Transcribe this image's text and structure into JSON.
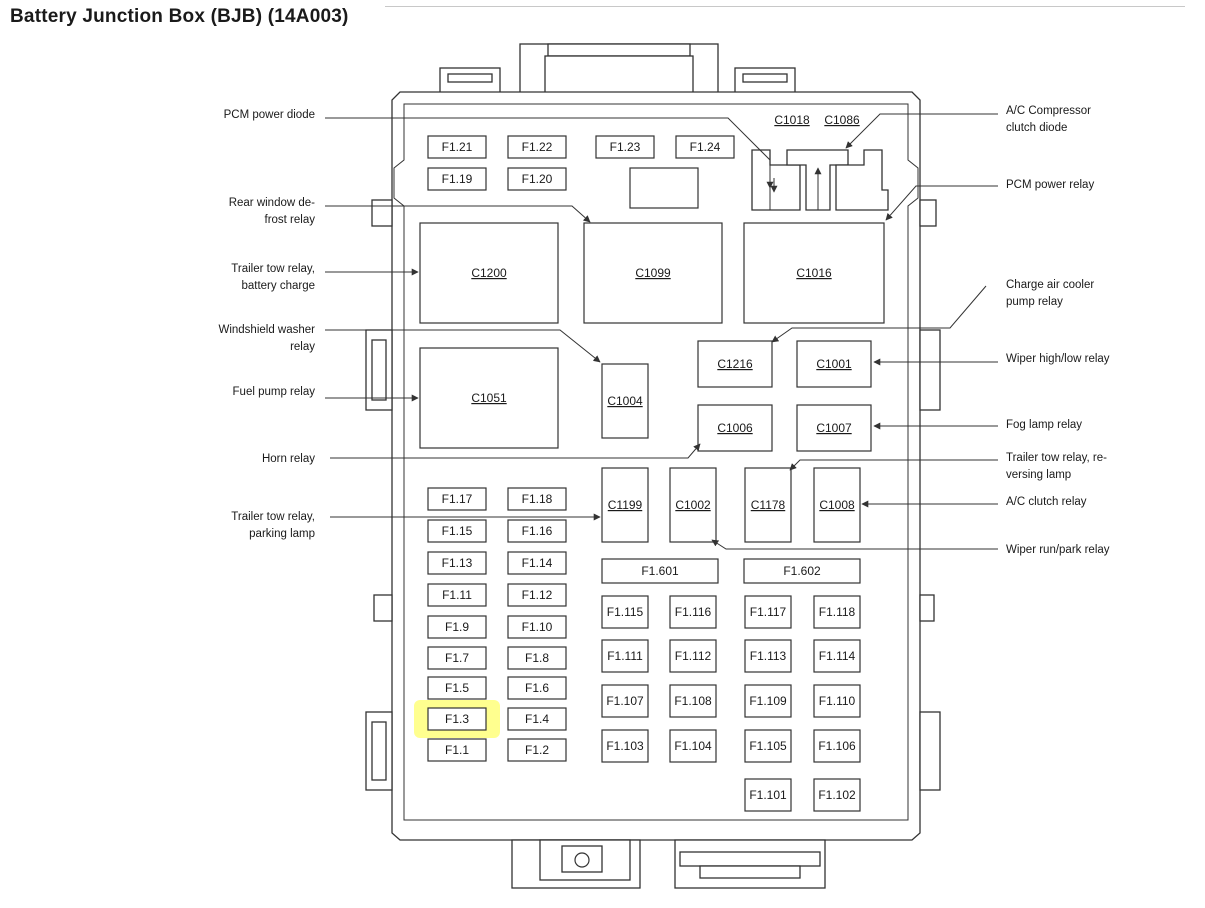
{
  "title": "Battery Junction Box (BJB) (14A003)",
  "colors": {
    "highlight": "#ffff33",
    "line": "#333333",
    "background": "#ffffff"
  },
  "highlighted_fuse": "F1.3",
  "fuses": [
    {
      "id": "f121",
      "label": "F1.21"
    },
    {
      "id": "f122",
      "label": "F1.22"
    },
    {
      "id": "f123",
      "label": "F1.23"
    },
    {
      "id": "f124",
      "label": "F1.24"
    },
    {
      "id": "f119",
      "label": "F1.19"
    },
    {
      "id": "f120",
      "label": "F1.20"
    },
    {
      "id": "f117",
      "label": "F1.17"
    },
    {
      "id": "f118",
      "label": "F1.18"
    },
    {
      "id": "f115",
      "label": "F1.15"
    },
    {
      "id": "f116",
      "label": "F1.16"
    },
    {
      "id": "f113",
      "label": "F1.13"
    },
    {
      "id": "f114",
      "label": "F1.14"
    },
    {
      "id": "f111",
      "label": "F1.11"
    },
    {
      "id": "f112",
      "label": "F1.12"
    },
    {
      "id": "f19",
      "label": "F1.9"
    },
    {
      "id": "f110",
      "label": "F1.10"
    },
    {
      "id": "f17",
      "label": "F1.7"
    },
    {
      "id": "f18",
      "label": "F1.8"
    },
    {
      "id": "f15",
      "label": "F1.5"
    },
    {
      "id": "f16",
      "label": "F1.6"
    },
    {
      "id": "f13",
      "label": "F1.3"
    },
    {
      "id": "f14",
      "label": "F1.4"
    },
    {
      "id": "f11",
      "label": "F1.1"
    },
    {
      "id": "f12",
      "label": "F1.2"
    },
    {
      "id": "f1601",
      "label": "F1.601"
    },
    {
      "id": "f1602",
      "label": "F1.602"
    },
    {
      "id": "f1115",
      "label": "F1.115"
    },
    {
      "id": "f1116",
      "label": "F1.116"
    },
    {
      "id": "f1117",
      "label": "F1.117"
    },
    {
      "id": "f1118",
      "label": "F1.118"
    },
    {
      "id": "f1111",
      "label": "F1.111"
    },
    {
      "id": "f1112",
      "label": "F1.112"
    },
    {
      "id": "f1113",
      "label": "F1.113"
    },
    {
      "id": "f1114",
      "label": "F1.114"
    },
    {
      "id": "f1107",
      "label": "F1.107"
    },
    {
      "id": "f1108",
      "label": "F1.108"
    },
    {
      "id": "f1109",
      "label": "F1.109"
    },
    {
      "id": "f1110",
      "label": "F1.110"
    },
    {
      "id": "f1103",
      "label": "F1.103"
    },
    {
      "id": "f1104",
      "label": "F1.104"
    },
    {
      "id": "f1105",
      "label": "F1.105"
    },
    {
      "id": "f1106",
      "label": "F1.106"
    },
    {
      "id": "f1101",
      "label": "F1.101"
    },
    {
      "id": "f1102",
      "label": "F1.102"
    }
  ],
  "relays": [
    {
      "id": "c1200",
      "label": "C1200"
    },
    {
      "id": "c1099",
      "label": "C1099"
    },
    {
      "id": "c1016",
      "label": "C1016"
    },
    {
      "id": "c1051",
      "label": "C1051"
    },
    {
      "id": "c1004",
      "label": "C1004"
    },
    {
      "id": "c1216",
      "label": "C1216"
    },
    {
      "id": "c1001",
      "label": "C1001"
    },
    {
      "id": "c1006",
      "label": "C1006"
    },
    {
      "id": "c1007",
      "label": "C1007"
    },
    {
      "id": "c1199",
      "label": "C1199"
    },
    {
      "id": "c1002",
      "label": "C1002"
    },
    {
      "id": "c1178",
      "label": "C1178"
    },
    {
      "id": "c1008",
      "label": "C1008"
    },
    {
      "id": "c1018",
      "label": "C1018"
    },
    {
      "id": "c1086",
      "label": "C1086"
    }
  ],
  "callouts": {
    "pcm_power_diode": [
      "PCM power diode"
    ],
    "rear_window_defrost_relay": [
      "Rear window de-",
      "frost relay"
    ],
    "trailer_tow_battery": [
      "Trailer tow relay,",
      "battery charge"
    ],
    "windshield_washer_relay": [
      "Windshield washer",
      "relay"
    ],
    "fuel_pump_relay": [
      "Fuel pump relay"
    ],
    "horn_relay": [
      "Horn relay"
    ],
    "trailer_tow_parking": [
      "Trailer tow relay,",
      "parking lamp"
    ],
    "ac_compressor_clutch_diode": [
      "A/C Compressor",
      "clutch diode"
    ],
    "pcm_power_relay": [
      "PCM power relay"
    ],
    "charge_air_cooler": [
      "Charge air cooler",
      "pump relay"
    ],
    "wiper_high_low_relay": [
      "Wiper high/low relay"
    ],
    "fog_lamp_relay": [
      "Fog lamp relay"
    ],
    "trailer_tow_reversing": [
      "Trailer tow relay, re-",
      "versing lamp"
    ],
    "ac_clutch_relay": [
      "A/C clutch relay"
    ],
    "wiper_run_park_relay": [
      "Wiper run/park relay"
    ]
  }
}
